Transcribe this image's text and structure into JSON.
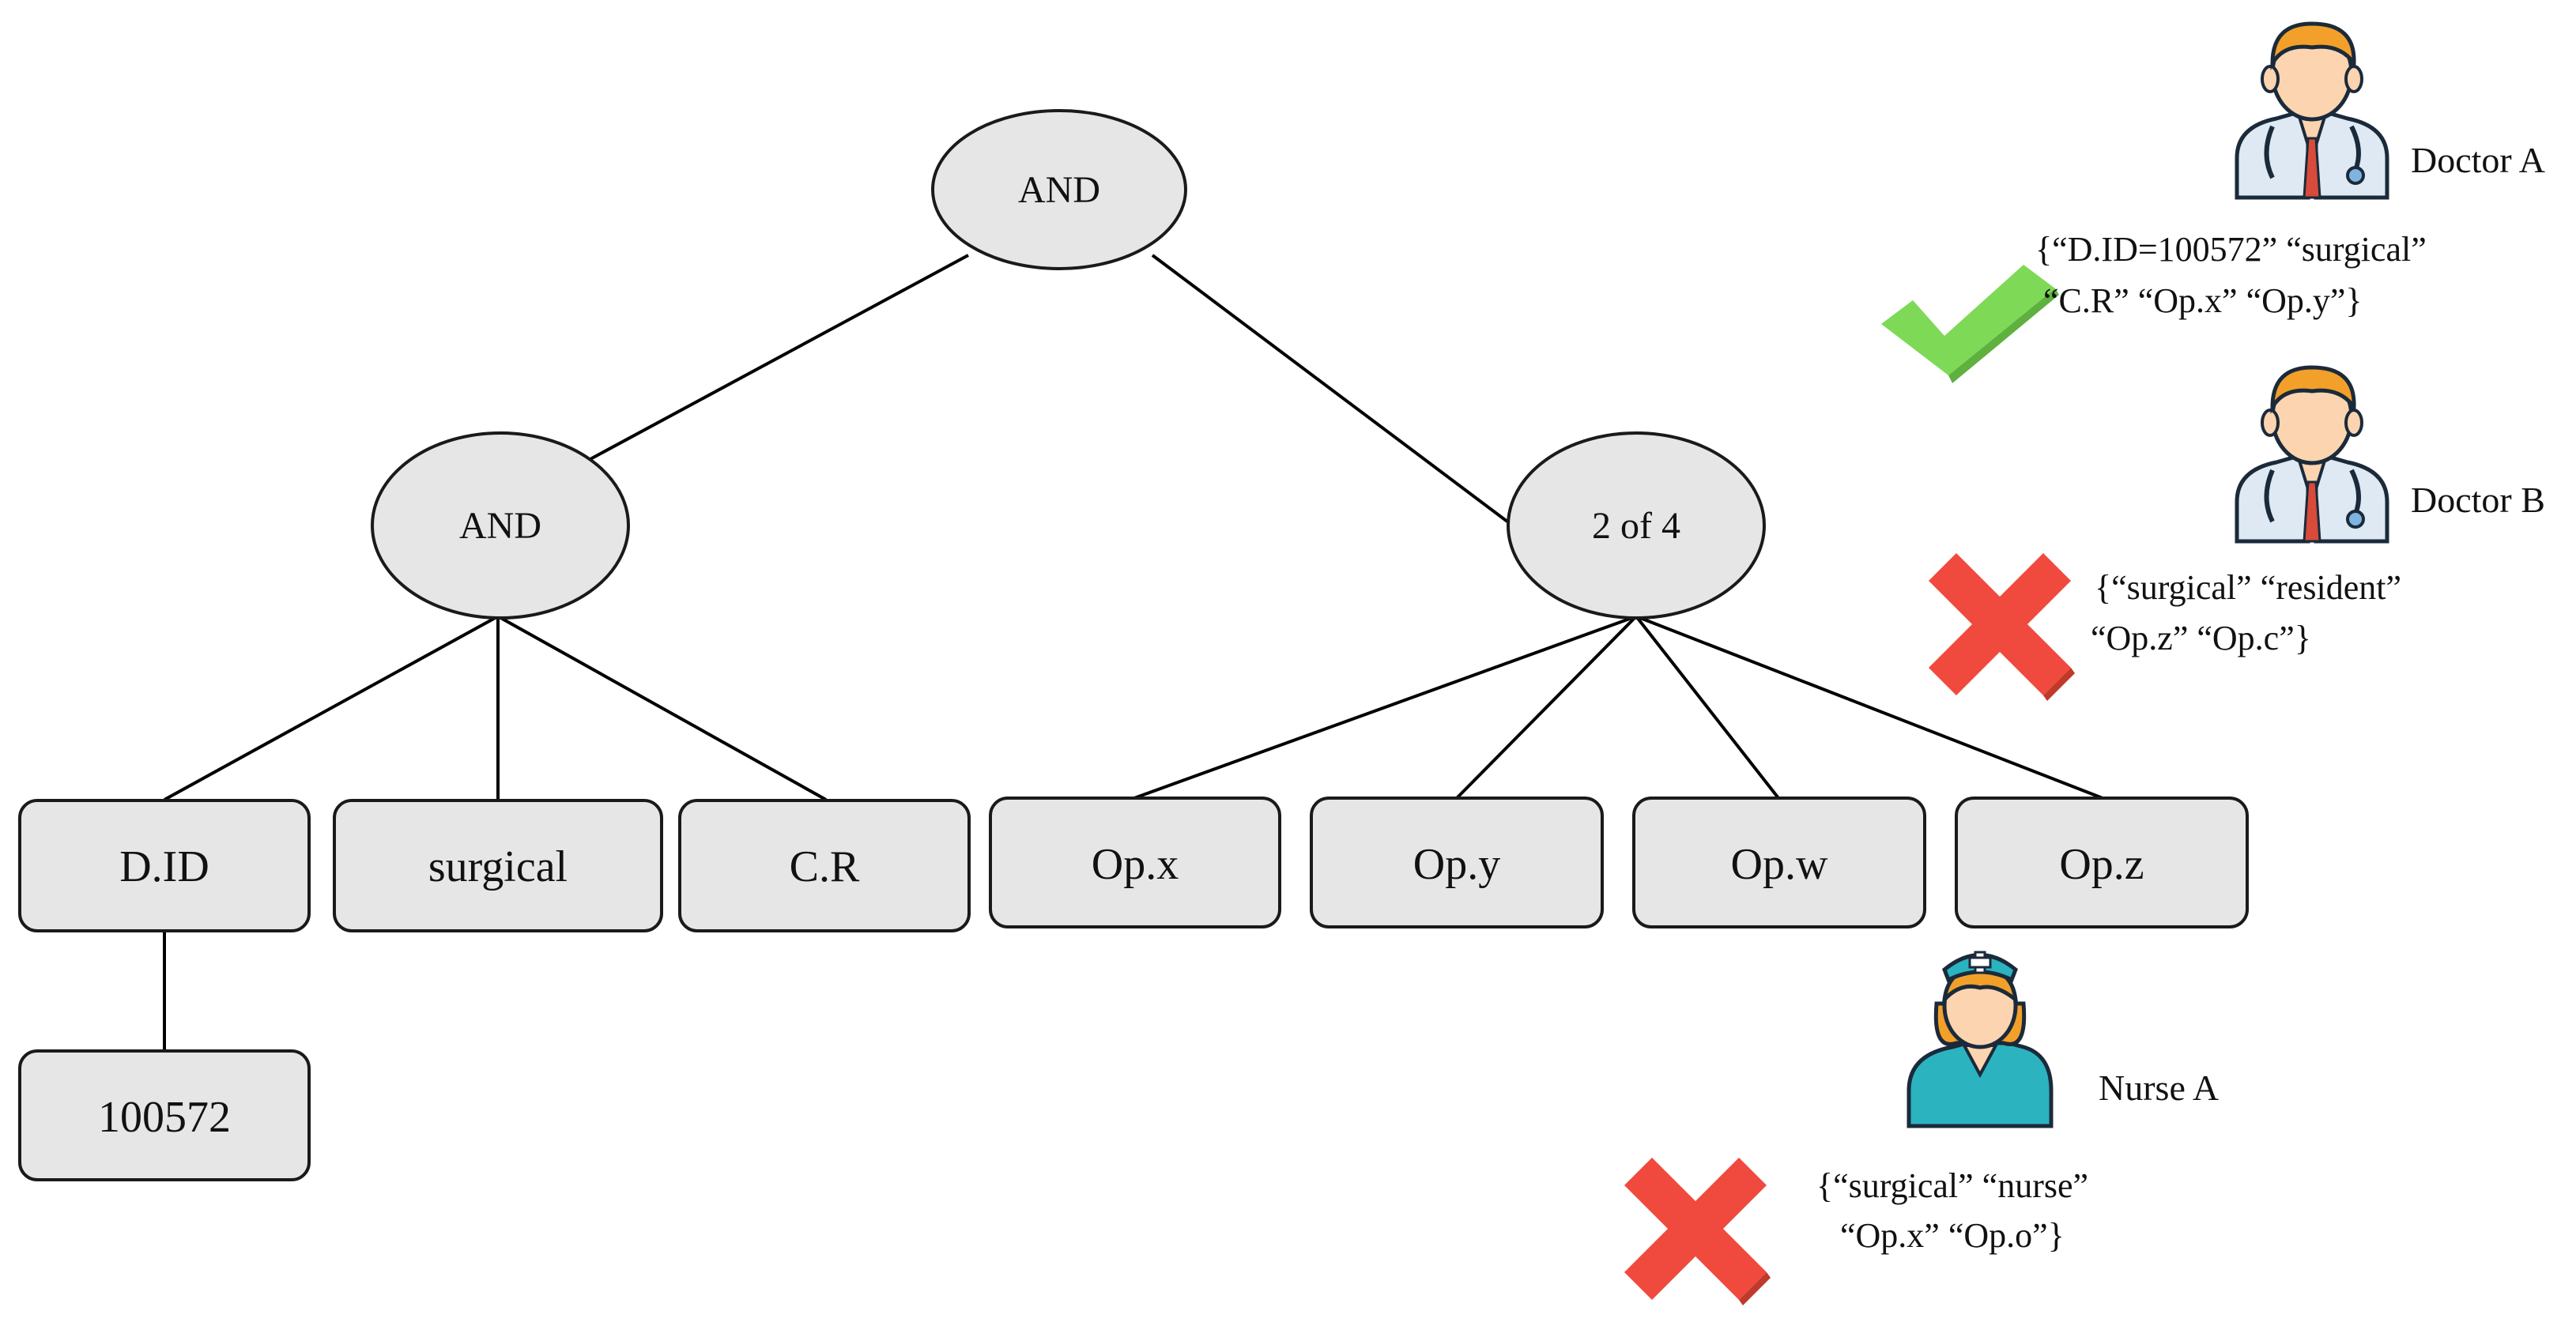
{
  "tree": {
    "root": {
      "label": "AND"
    },
    "left_gate": {
      "label": "AND"
    },
    "right_gate": {
      "label": "2 of 4"
    },
    "leaves": [
      {
        "label": "D.ID"
      },
      {
        "label": "surgical"
      },
      {
        "label": "C.R"
      },
      {
        "label": "Op.x"
      },
      {
        "label": "Op.y"
      },
      {
        "label": "Op.w"
      },
      {
        "label": "Op.z"
      }
    ],
    "sub_leaf": {
      "label": "100572"
    }
  },
  "users": [
    {
      "name": "Doctor A",
      "role_icon": "doctor-icon",
      "attributes_line1": "{“D.ID=100572” “surgical”",
      "attributes_line2": "“C.R” “Op.x” “Op.y”}",
      "result": "granted",
      "result_icon": "check-icon"
    },
    {
      "name": "Doctor B",
      "role_icon": "doctor-icon",
      "attributes_line1": "{“surgical” “resident”",
      "attributes_line2": "“Op.z” “Op.c”}",
      "result": "denied",
      "result_icon": "cross-icon"
    },
    {
      "name": "Nurse A",
      "role_icon": "nurse-icon",
      "attributes_line1": "{“surgical” “nurse”",
      "attributes_line2": "“Op.x” “Op.o”}",
      "result": "denied",
      "result_icon": "cross-icon"
    }
  ],
  "colors": {
    "node_fill": "#e6e6e6",
    "check": "#7ed957",
    "cross": "#f04a3e",
    "skin": "#fcd4b0",
    "hair": "#f2a02a",
    "coat": "#dfe9f3",
    "scrubs": "#2bb3c0"
  }
}
